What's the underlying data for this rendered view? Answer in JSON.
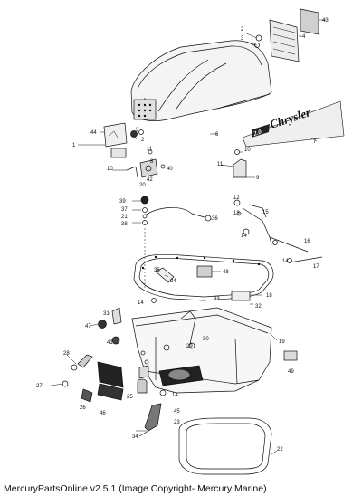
{
  "footer": {
    "text": "MercuryPartsOnline v2.5.1 (Image Copyright- Mercury Marine)"
  },
  "decal": {
    "badge": "2.0",
    "brand": "Chrysler"
  },
  "callouts": {
    "c1": "1",
    "c2a": "2",
    "c2b": "2",
    "c3a": "3",
    "c3b": "3",
    "c4": "4",
    "c6": "6",
    "c7": "7",
    "c8": "8",
    "c9": "9",
    "c10a": "10",
    "c10b": "10",
    "c11a": "11",
    "c11b": "11",
    "c12": "12",
    "c13": "13",
    "c14a": "14",
    "c14b": "14",
    "c14c": "14",
    "c14d": "14",
    "c15": "15",
    "c16": "16",
    "c17": "17",
    "c18": "18",
    "c19": "19",
    "c20": "20",
    "c21": "21",
    "c22": "22",
    "c23": "23",
    "c24": "24",
    "c25": "25",
    "c26": "26",
    "c27": "27",
    "c28": "28",
    "c29": "29",
    "c30": "30",
    "c31": "31",
    "c32": "32",
    "c33": "33",
    "c34": "34",
    "c35": "35",
    "c36": "36",
    "c37": "37",
    "c38": "38",
    "c39": "39",
    "c40": "40",
    "c41": "41",
    "c42": "42",
    "c43": "43",
    "c44": "44",
    "c45": "45",
    "c46": "46",
    "c47": "47",
    "c48": "48",
    "c49": "49"
  }
}
